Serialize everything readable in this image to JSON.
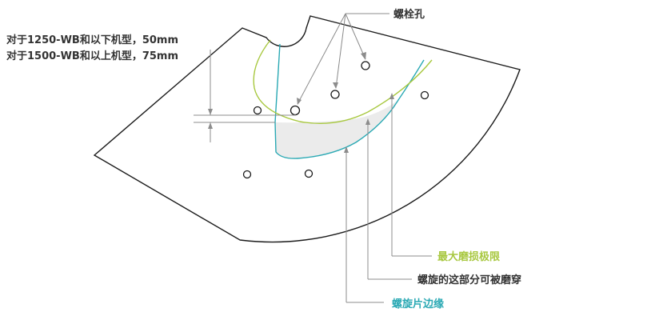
{
  "labels": {
    "thickness_line1": "对于1250-WB和以下机型，50mm",
    "thickness_line2": "对于1500-WB和以上机型，75mm",
    "bolt_holes": "螺栓孔",
    "max_wear_limit": "最大磨损极限",
    "worn_through_part": "螺旋的这部分可被磨穿",
    "flight_edge": "螺旋片边缘"
  },
  "colors": {
    "outline": "#1a1a1a",
    "leader": "#8c8c8c",
    "wear_limit": "#a8c840",
    "flight_edge": "#2aa9b4",
    "worn_fill": "#ebebeb"
  }
}
